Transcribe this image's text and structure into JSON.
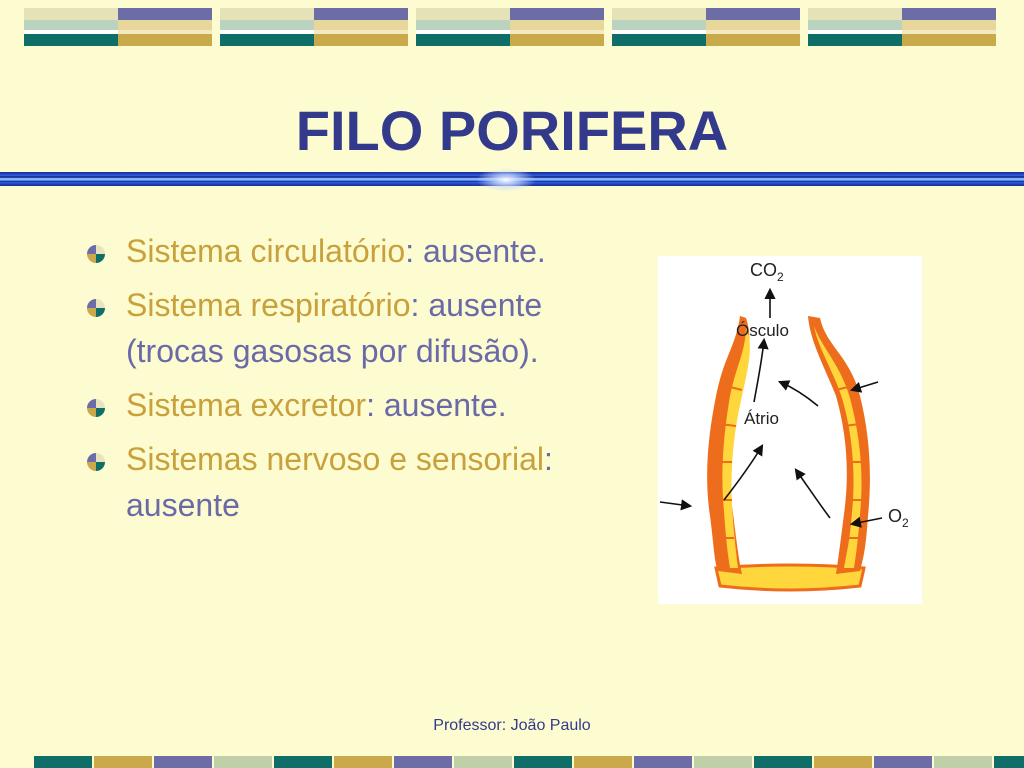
{
  "slide": {
    "title": "FILO PORIFERA",
    "footer": "Professor: João Paulo"
  },
  "bullets": [
    {
      "label": "Sistema circulatório",
      "value": ": ausente."
    },
    {
      "label": "Sistema respiratório",
      "value": ": ausente (trocas gasosas por difusão)."
    },
    {
      "label": "Sistema excretor",
      "value": ": ausente."
    },
    {
      "label": "Sistemas nervoso e sensorial",
      "value": ": ausente"
    }
  ],
  "figure": {
    "top_label": "CO",
    "top_sub": "2",
    "osculum": "Ósculo",
    "atrium": "Átrio",
    "right_label": "O",
    "right_sub": "2"
  },
  "colors": {
    "background": "#fdfcd1",
    "title": "#333a8c",
    "bullet_gold": "#c9a13c",
    "bullet_blue": "#6b6aa8",
    "sponge_orange": "#ee6d1c",
    "sponge_yellow": "#ffd63b",
    "band_teal": "#0f6e68",
    "band_purple": "#6c6ca6",
    "band_gold": "#c9a94a"
  }
}
